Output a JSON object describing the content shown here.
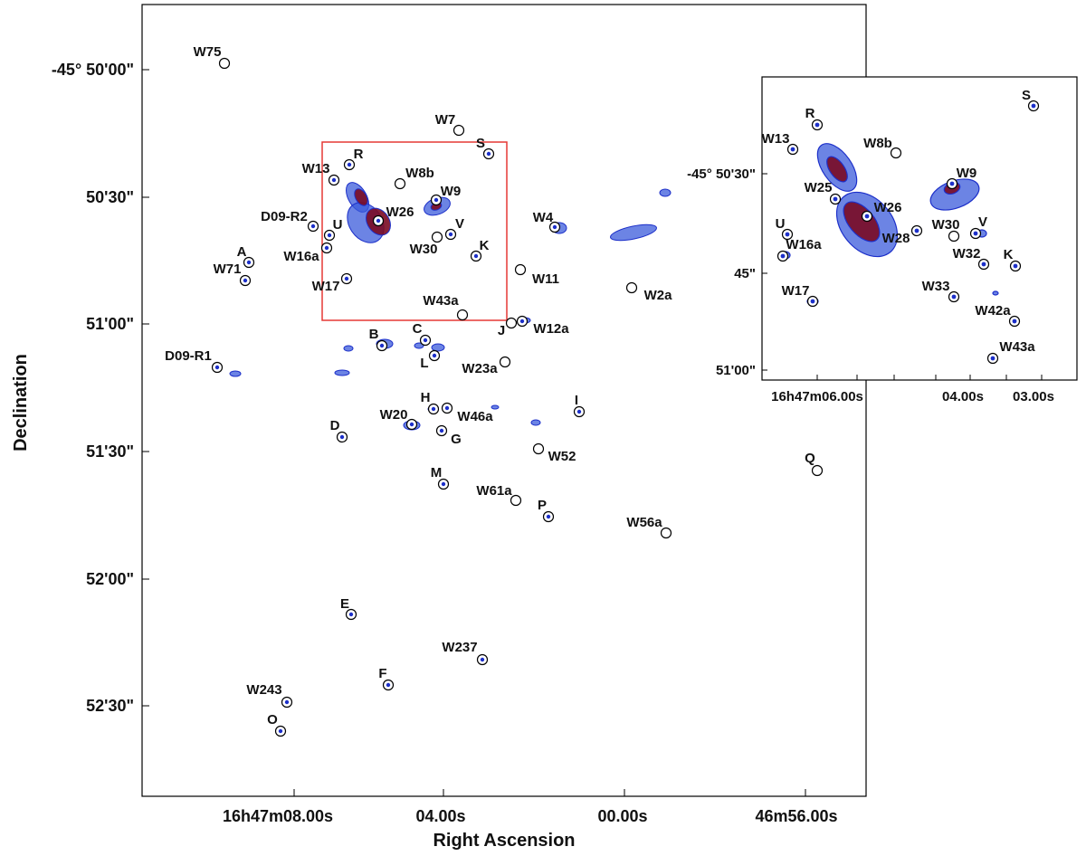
{
  "colors": {
    "contour_low": "#3b5bdb",
    "contour_mid": "#1c2fc9",
    "contour_high": "#7a0a22",
    "inset_box": "#e53935",
    "marker": "#000000"
  },
  "main": {
    "xlabel": "Right Ascension",
    "ylabel": "Declination",
    "x_ticks": [
      "16h47m08.00s",
      "04.00s",
      "00.00s",
      "46m56.00s"
    ],
    "y_ticks": [
      "-45° 50'00\"",
      "50'30\"",
      "51'00\"",
      "51'30\"",
      "52'00\"",
      "52'30\""
    ],
    "sources": [
      "W75",
      "W7",
      "S",
      "R",
      "W13",
      "W8b",
      "W9",
      "D09-R2",
      "U",
      "W26",
      "V",
      "W4",
      "W16a",
      "W30",
      "K",
      "A",
      "W71",
      "W17",
      "W11",
      "W2a",
      "W43a",
      "J",
      "W12a",
      "B",
      "C",
      "L",
      "D09-R1",
      "W23a",
      "H",
      "W46a",
      "I",
      "W20",
      "G",
      "D",
      "W52",
      "Q",
      "M",
      "W61a",
      "P",
      "W56a",
      "E",
      "W237",
      "F",
      "W243",
      "O"
    ]
  },
  "inset": {
    "x_ticks": [
      "16h47m06.00s",
      "04.00s",
      "03.00s"
    ],
    "y_ticks": [
      "-45° 50'30\"",
      "45\"",
      "51'00\""
    ],
    "sources": [
      "S",
      "R",
      "W13",
      "W8b",
      "W9",
      "W25",
      "W26",
      "U",
      "W30",
      "V",
      "W16a",
      "W28",
      "W32",
      "K",
      "W17",
      "W33",
      "W42a",
      "W43a"
    ]
  }
}
